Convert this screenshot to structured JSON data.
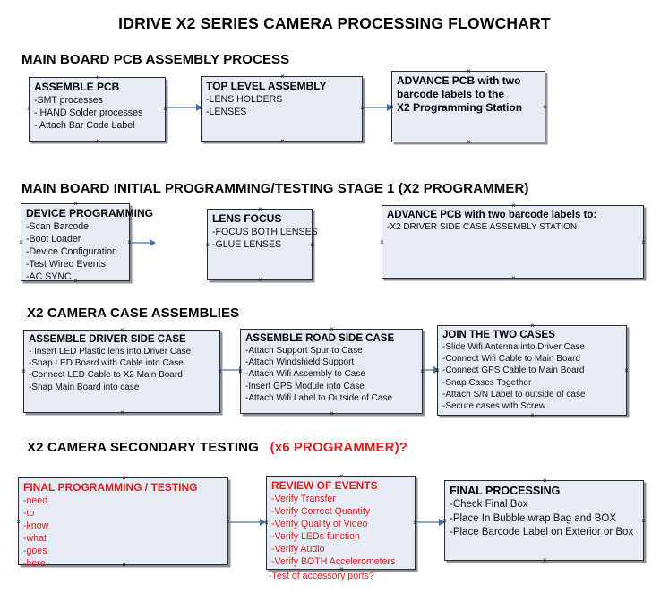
{
  "document": {
    "title": "IDRIVE X2  SERIES CAMERA PROCESSING FLOWCHART"
  },
  "colors": {
    "node_fill": "#e6ecf5",
    "node_border": "#2b2b2b",
    "connector": "#8ba7c4",
    "arrow_head": "#4472a8",
    "accent_red": "#e02020",
    "text": "#000000"
  },
  "sections": [
    {
      "id": "main-board-pcb-assembly",
      "heading": "MAIN BOARD PCB ASSEMBLY PROCESS",
      "heading_accent": "",
      "nodes": [
        {
          "id": "assemble-pcb",
          "title": "ASSEMBLE PCB",
          "lines": [
            "-SMT processes",
            "- HAND Solder processes",
            "- Attach Bar Code Label"
          ]
        },
        {
          "id": "top-level-assembly",
          "title": "TOP LEVEL ASSEMBLY",
          "lines": [
            "-LENS HOLDERS",
            "-LENSES"
          ]
        },
        {
          "id": "advance-pcb-to-x2-programming-station",
          "title": "ADVANCE PCB with two",
          "lines": [
            "barcode labels to the",
            " X2 Programming Station"
          ]
        }
      ]
    },
    {
      "id": "main-board-initial-programming",
      "heading": "MAIN BOARD INITIAL PROGRAMMING/TESTING STAGE 1 (X2 PROGRAMMER)",
      "heading_accent": "",
      "nodes": [
        {
          "id": "device-programming",
          "title": "DEVICE PROGRAMMING",
          "lines": [
            "-Scan Barcode",
            "-Boot Loader",
            "-Device Configuration",
            "-Test Wired Events",
            "-AC SYNC"
          ]
        },
        {
          "id": "lens-focus",
          "title": "LENS FOCUS",
          "lines": [
            "-FOCUS BOTH LENSES",
            "-GLUE LENSES"
          ]
        },
        {
          "id": "advance-pcb-to-driver-side-case-station",
          "title": "ADVANCE PCB with two barcode labels to:",
          "lines": [
            "-X2 DRIVER  SIDE  CASE  ASSEMBLY STATION"
          ]
        }
      ]
    },
    {
      "id": "x2-camera-case-assemblies",
      "heading": "X2 CAMERA CASE ASSEMBLIES",
      "heading_accent": "",
      "nodes": [
        {
          "id": "assemble-driver-side-case",
          "title": "ASSEMBLE DRIVER SIDE CASE",
          "lines": [
            "- Insert LED Plastic lens into Driver Case",
            "-Snap LED Board with Cable into Case",
            "-Connect LED Cable to X2 Main Board",
            "-Snap Main Board into case"
          ]
        },
        {
          "id": "assemble-road-side-case",
          "title": "ASSEMBLE ROAD SIDE CASE",
          "lines": [
            "-Attach Support Spur to Case",
            "-Attach Windshield Support",
            "-Attach Wifi Assembly to Case",
            "-Insert GPS Module into Case",
            "-Attach Wifi Label to Outside of Case"
          ]
        },
        {
          "id": "join-the-two-cases",
          "title": "JOIN THE TWO CASES",
          "lines": [
            "-Slide Wifi Antenna into Driver Case",
            "-Connect Wifi Cable to Main Board",
            "-Connect GPS Cable to Main Board",
            "-Snap Cases Together",
            "-Attach S/N Label to outside of case",
            "-Secure cases with Screw"
          ]
        }
      ]
    },
    {
      "id": "x2-camera-secondary-testing",
      "heading": "X2 CAMERA SECONDARY TESTING",
      "heading_accent": "(x6 PROGRAMMER)?",
      "nodes": [
        {
          "id": "final-programming-testing",
          "title": "FINAL PROGRAMMING / TESTING",
          "lines": [
            "-need",
            "-to",
            "-know",
            "-what",
            "-goes",
            "-here"
          ]
        },
        {
          "id": "review-of-events",
          "title": "REVIEW OF EVENTS",
          "lines": [
            "-Verify Transfer",
            "-Verify Correct Quantity",
            "-Verify Quality of Video",
            "-Verify LEDs function",
            "-Verify Audio",
            "-Verify BOTH Accelerometers",
            "-Test of accessory ports?"
          ]
        },
        {
          "id": "final-processing",
          "title": "FINAL PROCESSING",
          "lines": [
            " -Check Final Box",
            "-Place In Bubble wrap Bag and BOX",
            "-Place Barcode Label on Exterior or Box"
          ]
        }
      ]
    }
  ]
}
